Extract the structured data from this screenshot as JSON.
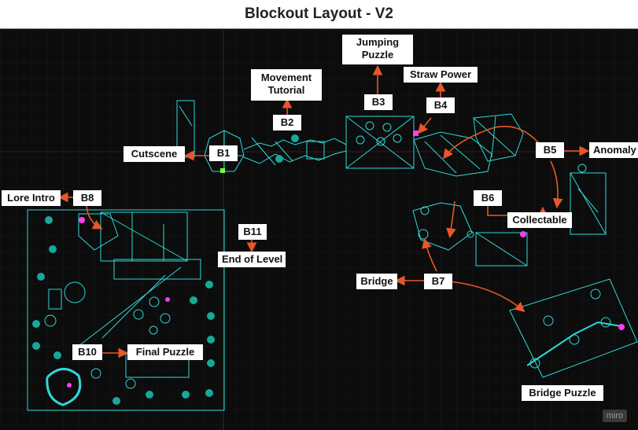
{
  "title": "Blockout Layout - V2",
  "watermark": "miro",
  "colors": {
    "background": "#0c0c0c",
    "grid": "#1f2a2a",
    "geometry": "#2fd8d8",
    "arrow": "#e8562a",
    "marker": "#ff3df0",
    "label_bg": "#ffffff"
  },
  "beats": {
    "b1": "B1",
    "b2": "B2",
    "b3": "B3",
    "b4": "B4",
    "b5": "B5",
    "b6": "B6",
    "b7": "B7",
    "b8": "B8",
    "b10": "B10",
    "b11": "B11"
  },
  "areas": {
    "cutscene": "Cutscene",
    "movement_tutorial": "Movement Tutorial",
    "jumping_puzzle": "Jumping Puzzle",
    "straw_power": "Straw Power",
    "anomaly": "Anomaly",
    "collectable": "Collectable",
    "bridge": "Bridge",
    "bridge_puzzle": "Bridge Puzzle",
    "lore_intro": "Lore Intro",
    "end_of_level": "End of Level",
    "final_puzzle": "Final Puzzle"
  }
}
